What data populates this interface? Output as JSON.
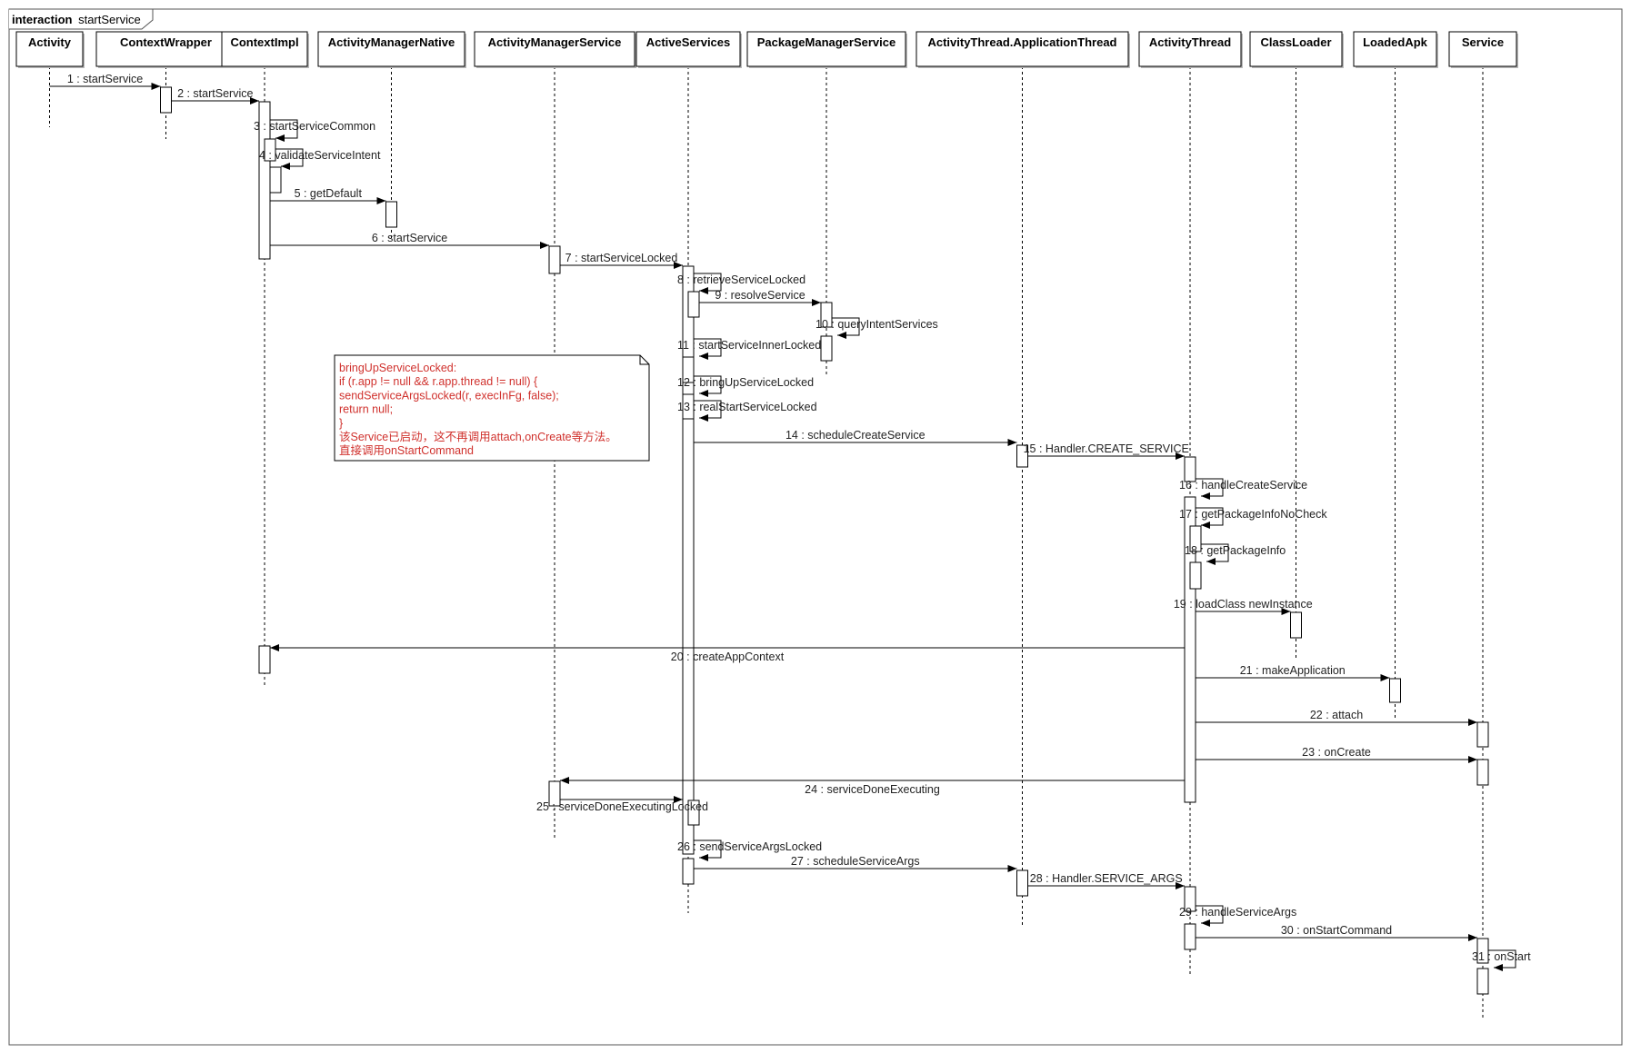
{
  "frame": {
    "keyword": "interaction",
    "name": "startService"
  },
  "participants": [
    {
      "id": "activity",
      "label": "Activity"
    },
    {
      "id": "contextwrapper",
      "label": "ContextWrapper"
    },
    {
      "id": "contextimpl",
      "label": "ContextImpl"
    },
    {
      "id": "amn",
      "label": "ActivityManagerNative"
    },
    {
      "id": "ams",
      "label": "ActivityManagerService"
    },
    {
      "id": "activeservices",
      "label": "ActiveServices"
    },
    {
      "id": "pms",
      "label": "PackageManagerService"
    },
    {
      "id": "appthread",
      "label": "ActivityThread.ApplicationThread"
    },
    {
      "id": "activitythread",
      "label": "ActivityThread"
    },
    {
      "id": "classloader",
      "label": "ClassLoader"
    },
    {
      "id": "loadedapk",
      "label": "LoadedApk"
    },
    {
      "id": "service",
      "label": "Service"
    }
  ],
  "messages": [
    {
      "n": 1,
      "label": "1 : startService",
      "from": "activity",
      "to": "contextwrapper"
    },
    {
      "n": 2,
      "label": "2 : startService",
      "from": "contextwrapper",
      "to": "contextimpl"
    },
    {
      "n": 3,
      "label": "3 : startServiceCommon",
      "from": "contextimpl",
      "to": "contextimpl"
    },
    {
      "n": 4,
      "label": "4 : validateServiceIntent",
      "from": "contextimpl",
      "to": "contextimpl"
    },
    {
      "n": 5,
      "label": "5 : getDefault",
      "from": "contextimpl",
      "to": "amn"
    },
    {
      "n": 6,
      "label": "6 : startService",
      "from": "contextimpl",
      "to": "ams"
    },
    {
      "n": 7,
      "label": "7 : startServiceLocked",
      "from": "ams",
      "to": "activeservices"
    },
    {
      "n": 8,
      "label": "8 : retrieveServiceLocked",
      "from": "activeservices",
      "to": "activeservices"
    },
    {
      "n": 9,
      "label": "9 : resolveService",
      "from": "activeservices",
      "to": "pms"
    },
    {
      "n": 10,
      "label": "10 : queryIntentServices",
      "from": "pms",
      "to": "pms"
    },
    {
      "n": 11,
      "label": "11 : startServiceInnerLocked",
      "from": "activeservices",
      "to": "activeservices"
    },
    {
      "n": 12,
      "label": "12 : bringUpServiceLocked",
      "from": "activeservices",
      "to": "activeservices"
    },
    {
      "n": 13,
      "label": "13 : realStartServiceLocked",
      "from": "activeservices",
      "to": "activeservices"
    },
    {
      "n": 14,
      "label": "14 : scheduleCreateService",
      "from": "activeservices",
      "to": "appthread"
    },
    {
      "n": 15,
      "label": "15 : Handler.CREATE_SERVICE",
      "from": "appthread",
      "to": "activitythread"
    },
    {
      "n": 16,
      "label": "16 : handleCreateService",
      "from": "activitythread",
      "to": "activitythread"
    },
    {
      "n": 17,
      "label": "17 : getPackageInfoNoCheck",
      "from": "activitythread",
      "to": "activitythread"
    },
    {
      "n": 18,
      "label": "18 : getPackageInfo",
      "from": "activitythread",
      "to": "activitythread"
    },
    {
      "n": 19,
      "label": "19 : loadClass newInstance",
      "from": "activitythread",
      "to": "classloader"
    },
    {
      "n": 20,
      "label": "20 : createAppContext",
      "from": "activitythread",
      "to": "contextimpl"
    },
    {
      "n": 21,
      "label": "21 : makeApplication",
      "from": "activitythread",
      "to": "loadedapk"
    },
    {
      "n": 22,
      "label": "22 : attach",
      "from": "activitythread",
      "to": "service"
    },
    {
      "n": 23,
      "label": "23 : onCreate",
      "from": "activitythread",
      "to": "service"
    },
    {
      "n": 24,
      "label": "24 : serviceDoneExecuting",
      "from": "activitythread",
      "to": "ams"
    },
    {
      "n": 25,
      "label": "25 : serviceDoneExecutingLocked",
      "from": "ams",
      "to": "activeservices"
    },
    {
      "n": 26,
      "label": "26 : sendServiceArgsLocked",
      "from": "activeservices",
      "to": "activeservices"
    },
    {
      "n": 27,
      "label": "27 : scheduleServiceArgs",
      "from": "activeservices",
      "to": "appthread"
    },
    {
      "n": 28,
      "label": "28 : Handler.SERVICE_ARGS",
      "from": "appthread",
      "to": "activitythread"
    },
    {
      "n": 29,
      "label": "29 : handleServiceArgs",
      "from": "activitythread",
      "to": "activitythread"
    },
    {
      "n": 30,
      "label": "30 : onStartCommand",
      "from": "activitythread",
      "to": "service"
    },
    {
      "n": 31,
      "label": "31 : onStart",
      "from": "service",
      "to": "service"
    }
  ],
  "note": {
    "lines": [
      "bringUpServiceLocked:",
      "if (r.app != null && r.app.thread != null) {",
      "    sendServiceArgsLocked(r, execInFg, false);",
      "    return null;",
      "}",
      "该Service已启动，这不再调用attach,onCreate等方法。",
      "直接调用onStartCommand"
    ]
  },
  "colors": {
    "line": "#000000",
    "box_fill": "#ffffff",
    "note_text": "#d0312d",
    "note_text_dark": "#8b1010",
    "label": "#222222"
  }
}
